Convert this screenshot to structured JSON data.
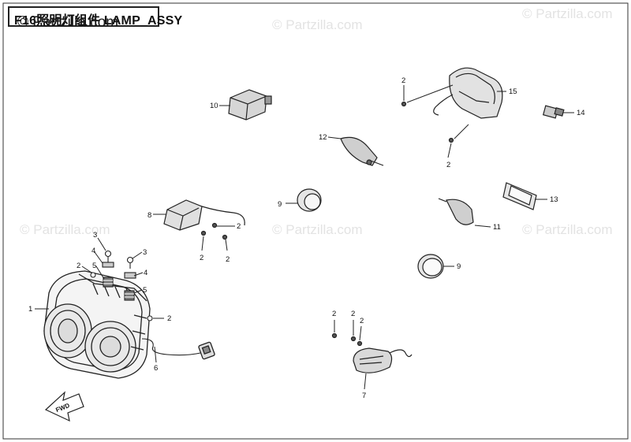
{
  "title": "F16照明灯组件 LAMP_ASSY",
  "corner_mark": "© Partzilla.com",
  "watermark": "© Partzilla.com",
  "fwd_label": "FWD",
  "callouts": {
    "c1": "1",
    "c2a": "2",
    "c2b": "2",
    "c2c": "2",
    "c2d": "2",
    "c2e": "2",
    "c2f": "2",
    "c2g": "2",
    "c2h": "2",
    "c2i": "2",
    "c2j": "2",
    "c3a": "3",
    "c3b": "3",
    "c4": "4",
    "c5a": "5",
    "c5b": "5",
    "c6": "6",
    "c7": "7",
    "c8": "8",
    "c9a": "9",
    "c9b": "9",
    "c10": "10",
    "c11": "11",
    "c12": "12",
    "c13": "13",
    "c14": "14",
    "c15": "15"
  }
}
